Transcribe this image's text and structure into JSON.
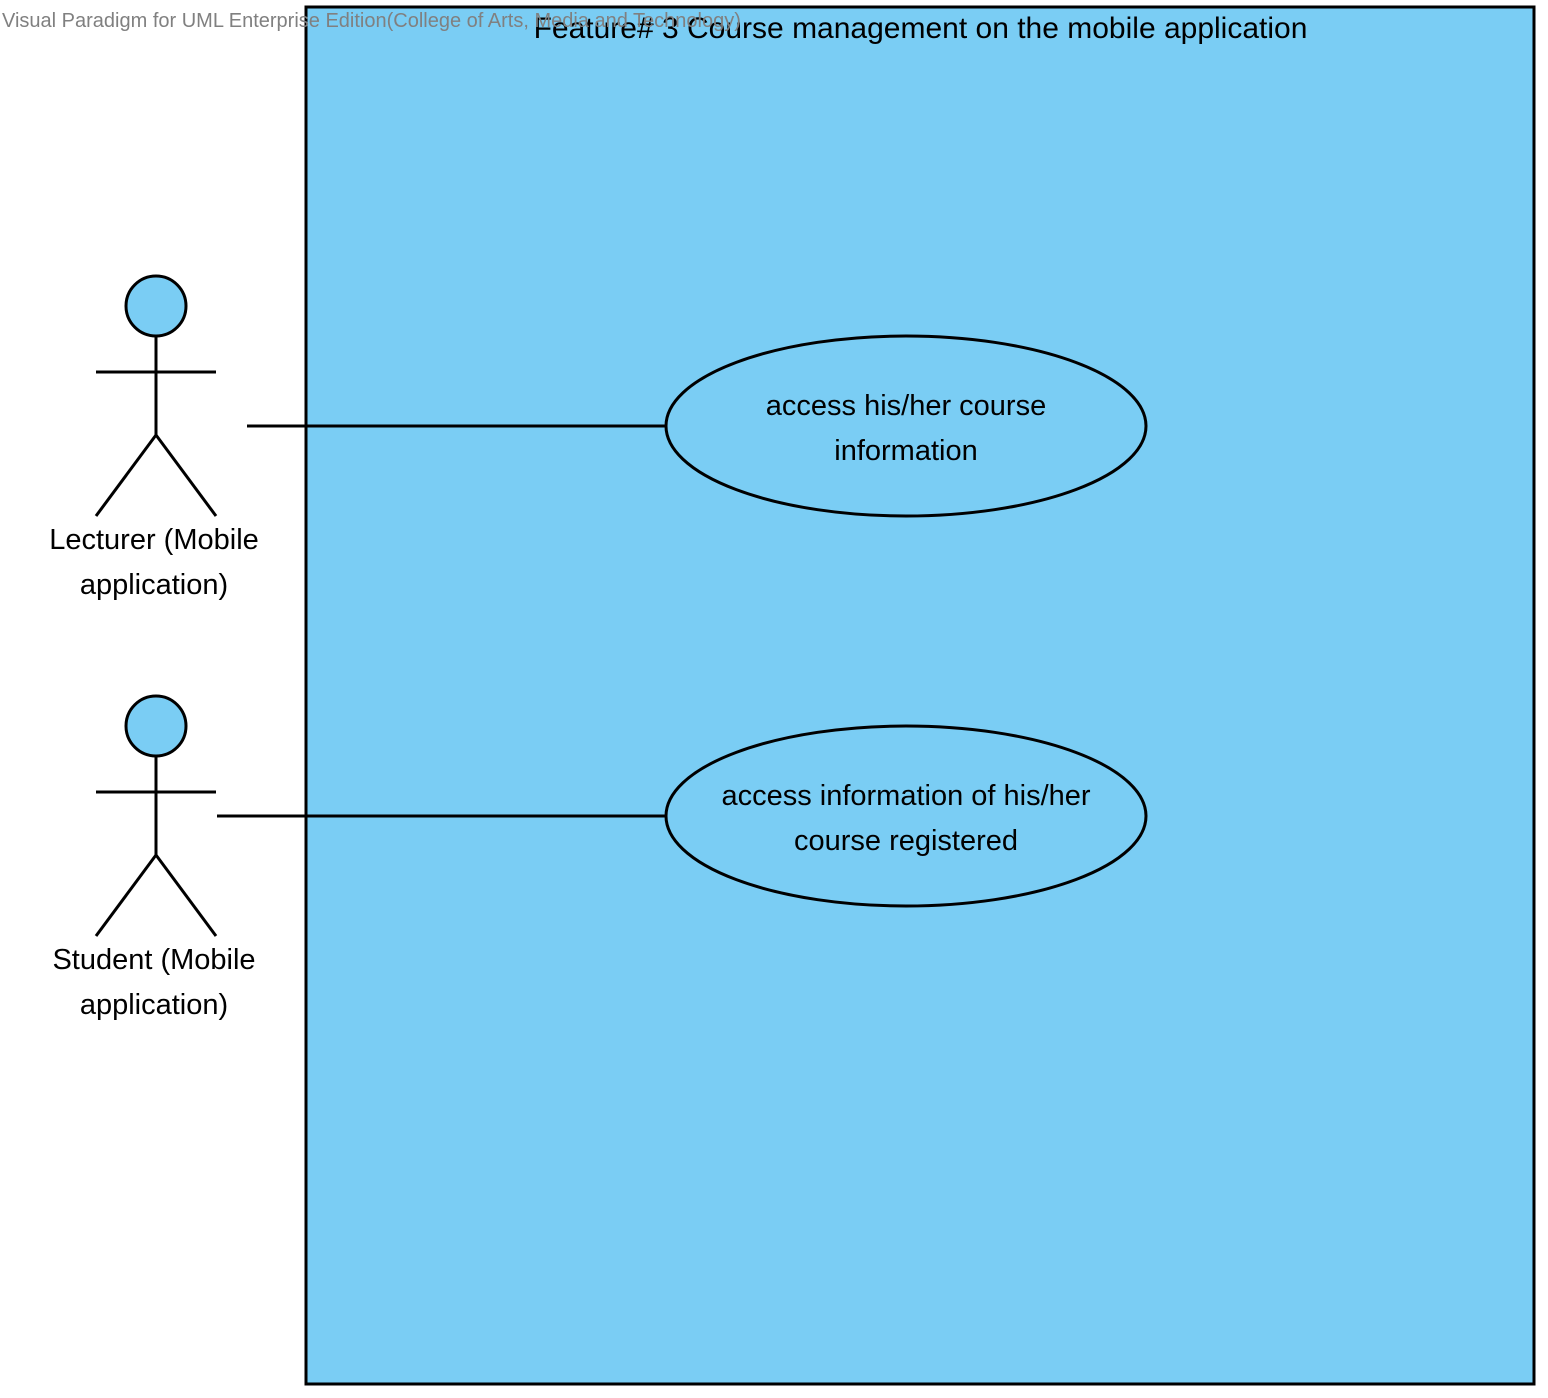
{
  "watermark": "Visual Paradigm for UML Enterprise Edition(College of Arts, Media and Technology)",
  "system": {
    "title": "Feature# 3 Course management on the mobile application"
  },
  "actors": [
    {
      "line1": "Lecturer (Mobile",
      "line2": "application)"
    },
    {
      "line1": "Student (Mobile",
      "line2": "application)"
    }
  ],
  "use_cases": [
    {
      "line1": "access his/her course",
      "line2": "information"
    },
    {
      "line1": "access information of his/her",
      "line2": "course registered"
    }
  ],
  "colors": {
    "system_fill": "#7acdf4",
    "actor_head_fill": "#7acdf4",
    "stroke": "#000000",
    "watermark": "#808080"
  }
}
